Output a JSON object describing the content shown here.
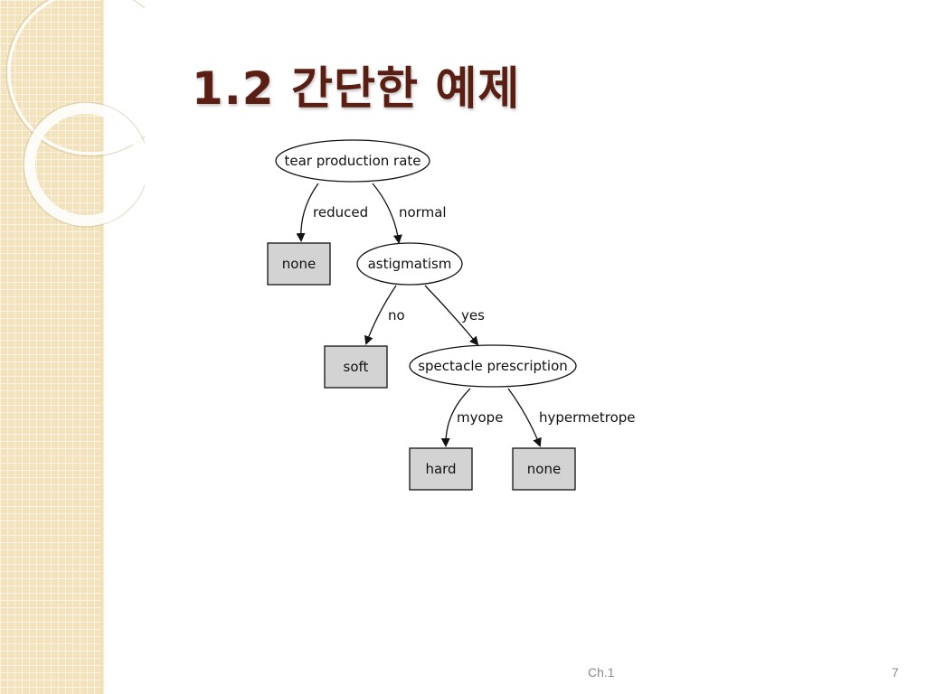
{
  "slide": {
    "title": "1.2  간단한 예제",
    "footer_chapter": "Ch.1",
    "page_number": "7"
  },
  "tree": {
    "root": {
      "label": "tear production rate"
    },
    "edges": {
      "reduced": "reduced",
      "normal": "normal",
      "no": "no",
      "yes": "yes",
      "myope": "myope",
      "hypermetrope": "hypermetrope"
    },
    "nodes": {
      "astigmatism": "astigmatism",
      "spectacle": "spectacle prescription"
    },
    "leaves": {
      "none_1": "none",
      "soft": "soft",
      "hard": "hard",
      "none_2": "none"
    }
  },
  "colors": {
    "title": "#5a1f12",
    "sidebar": "#f2e3bd",
    "leaf_fill": "#d3d3d3"
  }
}
